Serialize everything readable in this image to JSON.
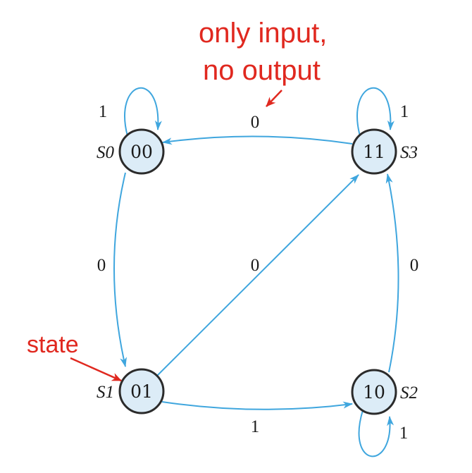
{
  "colors": {
    "edge": "#3fa6de",
    "annotation": "#e0281f",
    "state_fill": "#dcecf7",
    "state_stroke": "#2b2b2b"
  },
  "states": {
    "s0": {
      "name": "S0",
      "code": "00"
    },
    "s1": {
      "name": "S1",
      "code": "01"
    },
    "s2": {
      "name": "S2",
      "code": "10"
    },
    "s3": {
      "name": "S3",
      "code": "11"
    }
  },
  "transitions": {
    "s0_self": "1",
    "s3_to_s0": "0",
    "s3_self": "1",
    "s0_to_s1": "0",
    "s1_to_s3": "0",
    "s2_to_s3": "0",
    "s1_to_s2": "1",
    "s2_self": "1"
  },
  "annotations": {
    "input_note_line1": "only input,",
    "input_note_line2": "no output",
    "state_note": "state"
  }
}
